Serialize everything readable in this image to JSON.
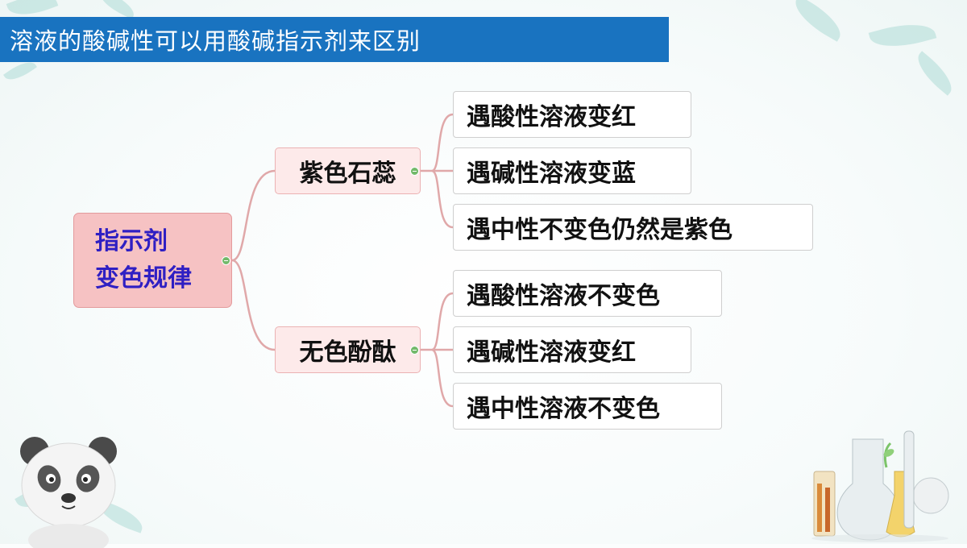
{
  "title": "溶液的酸碱性可以用酸碱指示剂来区别",
  "colors": {
    "title_bar": "#1973c0",
    "connector": "#e0a8a9",
    "root_text": "#2f1fc3"
  },
  "mindmap": {
    "root": {
      "line1": "指示剂",
      "line2": "变色规律"
    },
    "branches": [
      {
        "label": "紫色石蕊",
        "children": [
          "遇酸性溶液变红",
          "遇碱性溶液变蓝",
          "遇中性不变色仍然是紫色"
        ]
      },
      {
        "label": "无色酚酞",
        "children": [
          "遇酸性溶液不变色",
          "遇碱性溶液变红",
          "遇中性溶液不变色"
        ]
      }
    ]
  }
}
